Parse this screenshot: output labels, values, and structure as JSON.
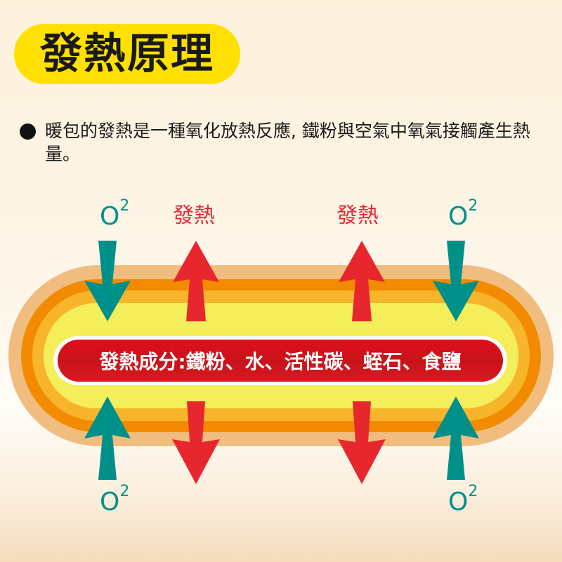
{
  "title": "發熱原理",
  "intro": {
    "text": "暖包的發熱是一種氧化放熱反應, 鐵粉與空氣中氧氣接觸產生熱量。"
  },
  "diagram": {
    "oxygen_label": "O",
    "oxygen_sup": "2",
    "heat_label": "發熱",
    "ingredients": "發熱成分:鐵粉、水、活性碳、蛭石、食鹽"
  },
  "colors": {
    "title_bg": "#ffe000",
    "oxygen": "#00908a",
    "heat": "#e8262e",
    "outer_band": "#f1bd7f",
    "orange_band": "#f38b00",
    "amber_band": "#f7b52b",
    "core": "#f3ee5a"
  }
}
